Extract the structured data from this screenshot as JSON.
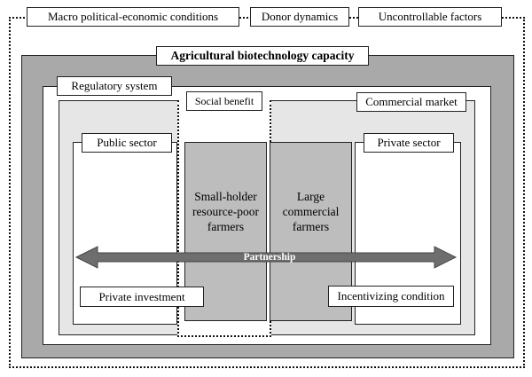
{
  "top_factors": [
    "Macro political-economic conditions",
    "Donor dynamics",
    "Uncontrollable factors"
  ],
  "capacity_title": "Agricultural biotechnology capacity",
  "regulatory_label": "Regulatory system",
  "social_benefit_label": "Social benefit",
  "commercial_market_label": "Commercial market",
  "public_sector_label": "Public sector",
  "private_sector_label": "Private sector",
  "smallholder_label": "Small-holder\nresource-poor\nfarmers",
  "large_farmers_label": "Large\ncommercial\nfarmers",
  "partnership_label": "Partnership",
  "private_investment_label": "Private investment",
  "incentivizing_label": "Incentivizing condition",
  "colors": {
    "capacity_fill": "#a9a9a9",
    "market_fill": "#e6e6e6",
    "farmer_fill": "#bdbdbd",
    "arrow_fill": "#6e6e6e"
  }
}
